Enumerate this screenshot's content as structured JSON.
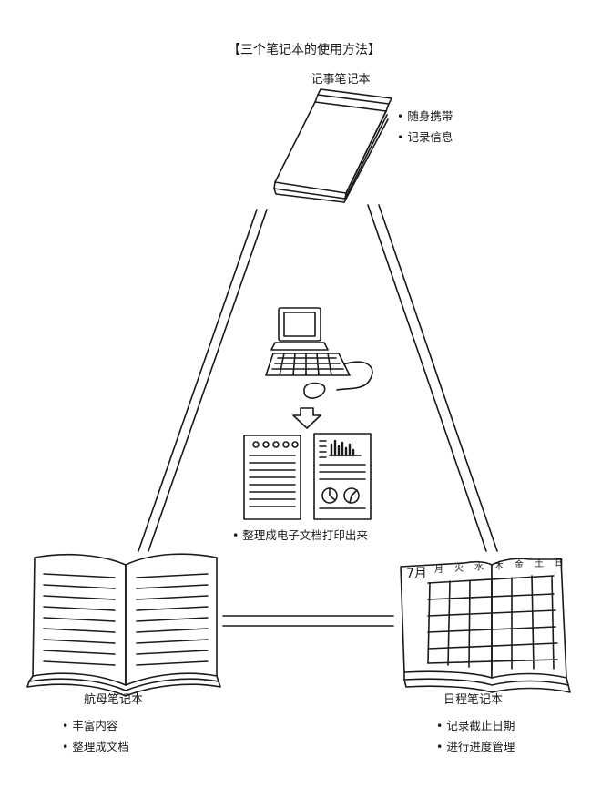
{
  "title": "【三个笔记本的使用方法】",
  "notebooks": {
    "memo": {
      "name": "记事笔记本",
      "bullets": [
        "• 随身携带",
        "• 记录信息"
      ]
    },
    "master": {
      "name": "航母笔记本",
      "bullets": [
        "• 丰富内容",
        "• 整理成文档"
      ]
    },
    "schedule": {
      "name": "日程笔记本",
      "bullets": [
        "• 记录截止日期",
        "• 进行进度管理"
      ],
      "calendar": {
        "month": "7月",
        "weekdays": [
          "月",
          "火",
          "水",
          "木",
          "金",
          "土",
          "日"
        ]
      }
    }
  },
  "center": {
    "caption": "• 整理成电子文档打印出来"
  }
}
